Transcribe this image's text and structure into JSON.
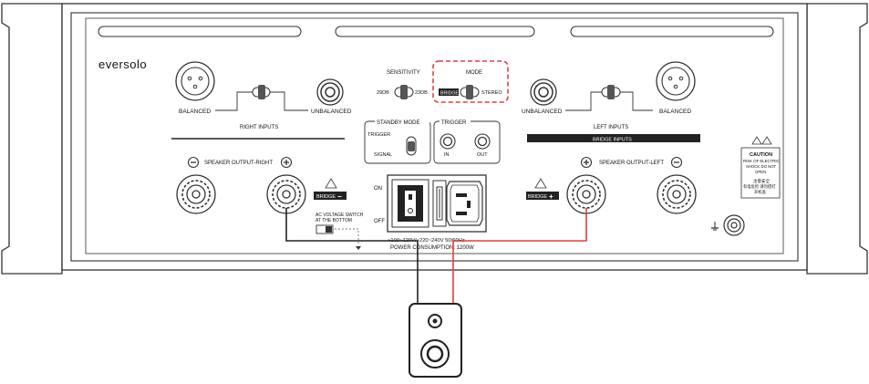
{
  "brand": "eversolo",
  "labels": {
    "sensitivity": "SENSITIVITY",
    "sens_low": "29DB",
    "sens_high": "23DB",
    "mode": "MODE",
    "mode_bridge": "BRIDGE",
    "mode_stereo": "STEREO",
    "balanced_right": "BALANCED",
    "unbalanced_right": "UNBALANCED",
    "right_inputs": "RIGHT INPUTS",
    "unbalanced_left": "UNBALANCED",
    "balanced_left": "BALANCED",
    "left_inputs": "LEFT INPUTS",
    "bridge_inputs": "BRIDGE INPUTS",
    "standby_mode": "STANDBY MODE",
    "standby_trigger": "TRIGGER",
    "standby_signal": "SIGNAL",
    "trigger": "TRIGGER",
    "trigger_in": "IN",
    "trigger_out": "OUT",
    "speaker_output_right": "SPEAKER OUTPUT-RIGHT",
    "speaker_output_left": "SPEAKER OUTPUT-LEFT",
    "bridge_minus": "BRIDGE",
    "bridge_plus": "BRIDGE",
    "on": "ON",
    "off": "OFF",
    "ac_switch_1": "AC VOLTAGE SWITCH",
    "ac_switch_2": "AT THE BOTTOM",
    "voltage": "~100~120V/~220~240V  50/60Hz",
    "power_consumption": "POWER CONSUMPTION: 1200W",
    "caution": "CAUTION",
    "caution_1": "RISK OF ELECTRIC",
    "caution_2": "SHOCK DO NOT",
    "caution_3": "OPEN",
    "caution_cn_1": "注意安全",
    "caution_cn_2": "有电危险 请勿擅打",
    "caution_cn_3": "开机盖",
    "minus_symbol": "−",
    "plus_symbol": "+"
  },
  "colors": {
    "mode_highlight": "#e0413a",
    "wire_red": "#e0413a",
    "wire_black": "#222222"
  }
}
